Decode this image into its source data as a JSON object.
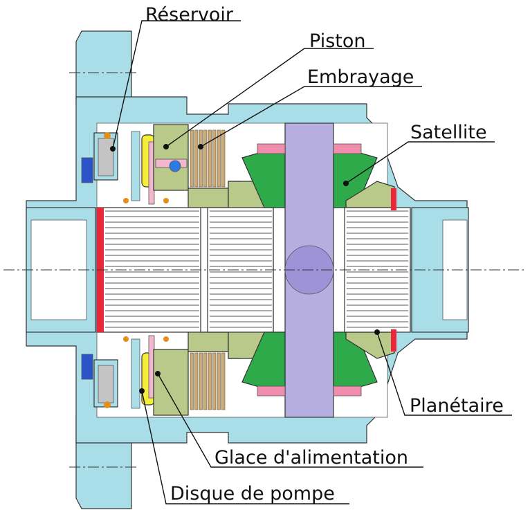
{
  "labels": {
    "reservoir": "Réservoir",
    "piston": "Piston",
    "embrayage": "Embrayage",
    "satellite": "Satellite",
    "planetaire": "Planétaire",
    "glace": "Glace d'alimentation",
    "disque": "Disque de pompe"
  },
  "colors": {
    "housing": "#a9dde8",
    "olive": "#b9c98a",
    "green": "#2eaa4a",
    "shaft": "#b7aee0",
    "red": "#e8283a",
    "yellow": "#f3ee3a",
    "clutch": "#c9aa76",
    "pink": "#f2b6cf",
    "line": "#333333"
  }
}
